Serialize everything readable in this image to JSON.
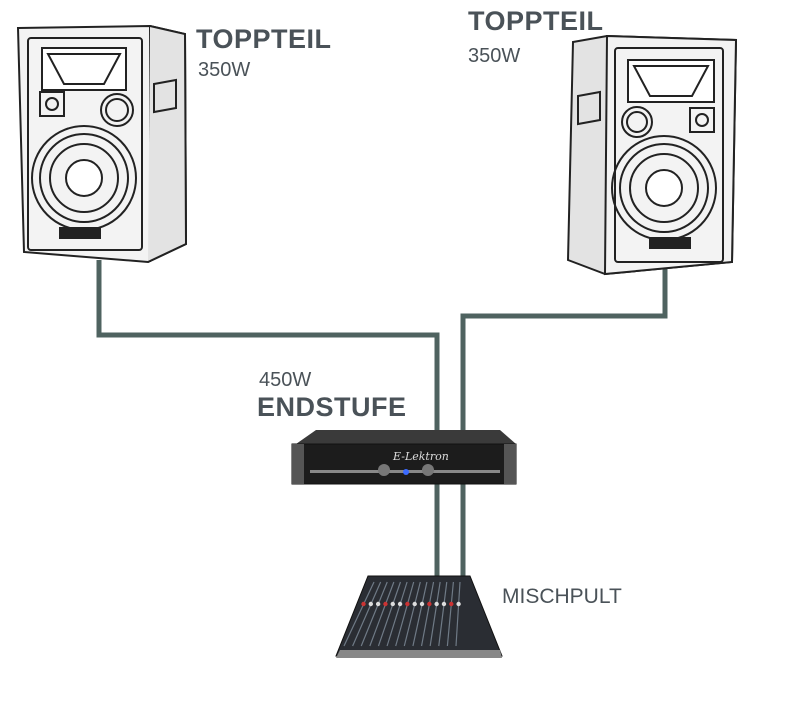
{
  "speaker_left": {
    "title": "TOPPTEIL",
    "power": "350W"
  },
  "speaker_right": {
    "title": "TOPPTEIL",
    "power": "350W"
  },
  "amplifier": {
    "power": "450W",
    "title": "ENDSTUFE",
    "brand": "E-Lektron"
  },
  "mixer": {
    "label": "MISCHPULT"
  },
  "colors": {
    "cable": "#4f6360",
    "label": "#4a5258"
  }
}
